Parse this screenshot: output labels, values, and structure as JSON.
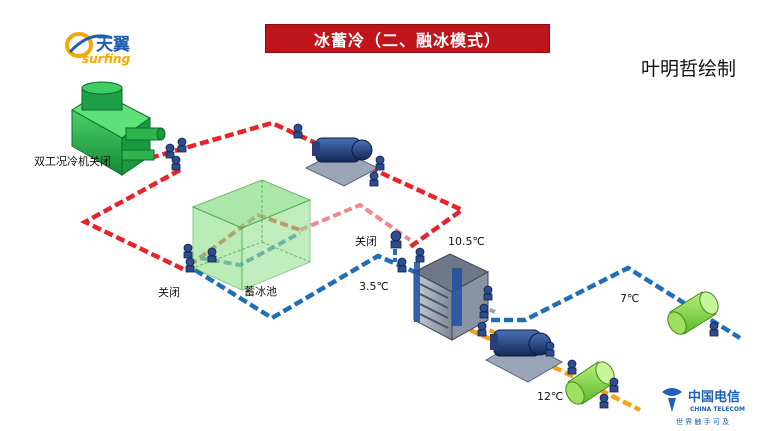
{
  "title": "冰蓄冷（二、融冰模式）",
  "author": "叶明哲绘制",
  "logos": {
    "surfing": {
      "cn": "天翼",
      "en": "surfing"
    },
    "telecom": {
      "cn": "中国电信",
      "en": "CHINA TELECOM",
      "slogan": "世 界 触 手 可 及"
    }
  },
  "labels": {
    "chiller": "双工况冷机关闭",
    "closed_left": "关闭",
    "ice_tank": "蓄冰池",
    "closed_top": "关闭",
    "temp_105": "10.5℃",
    "temp_35": "3.5℃",
    "temp_7": "7℃",
    "temp_12": "12℃"
  },
  "colors": {
    "hot_pipe": "#e8232a",
    "cold_pipe": "#1f6fb8",
    "supply_pipe": "#f5a21a",
    "tank": "#8fe08a",
    "chiller": "#2aa84a",
    "title_bg": "#c0141c"
  }
}
